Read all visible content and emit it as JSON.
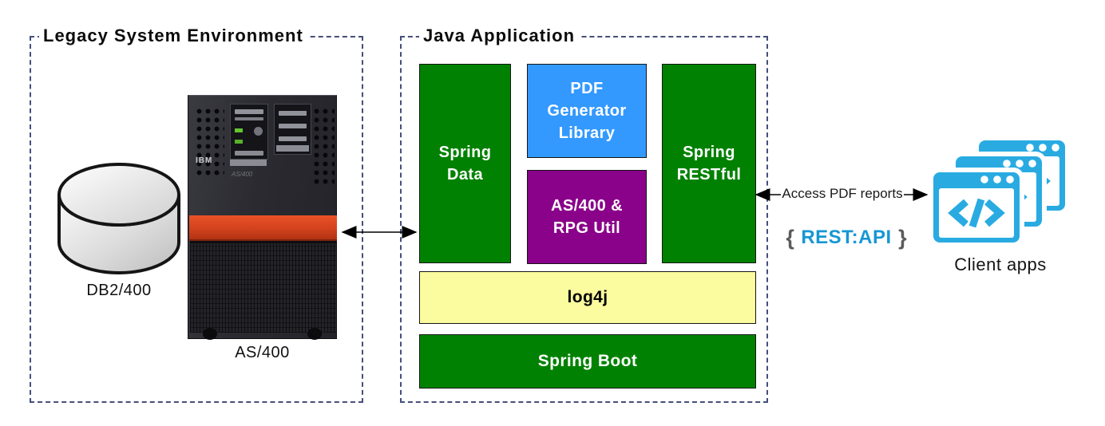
{
  "legacy": {
    "title": "Legacy System Environment",
    "database": {
      "label": "DB2/400",
      "icon": "database-cylinder-icon"
    },
    "server": {
      "label": "AS/400",
      "brand": "IBM",
      "model_text": "AS/400",
      "icon": "as400-server-photo"
    }
  },
  "java_app": {
    "title": "Java Application",
    "blocks": [
      {
        "id": "spring-data",
        "label": "Spring Data",
        "color": "#018101"
      },
      {
        "id": "pdf-generator-library",
        "label": "PDF Generator Library",
        "color": "#3399FE"
      },
      {
        "id": "as400-rpg-util",
        "label": "AS/400 & RPG Util",
        "color": "#8A018A"
      },
      {
        "id": "spring-restful",
        "label": "Spring RESTful",
        "color": "#018101"
      },
      {
        "id": "log4j",
        "label": "log4j",
        "color": "#FBFB9F"
      },
      {
        "id": "spring-boot",
        "label": "Spring Boot",
        "color": "#018101"
      }
    ]
  },
  "connections": [
    {
      "id": "as400-to-java",
      "type": "double-headed-arrow",
      "label": ""
    },
    {
      "id": "java-to-clients",
      "type": "double-headed-arrow",
      "label": "Access PDF reports"
    }
  ],
  "client": {
    "rest_api": {
      "open_brace": "{",
      "label": "REST:API",
      "close_brace": "}"
    },
    "apps_label": "Client apps",
    "icon": "stacked-browser-windows-code-icon"
  },
  "colors": {
    "dashed_border": "#454F7A",
    "green": "#018101",
    "blue": "#3399FE",
    "purple": "#8A018A",
    "yellow": "#FBFB9F",
    "client_icon_blue": "#29ABE2",
    "rest_api_blue": "#1697D4",
    "brace_gray": "#5A5B5E",
    "server_red_band": "#D2421E"
  }
}
